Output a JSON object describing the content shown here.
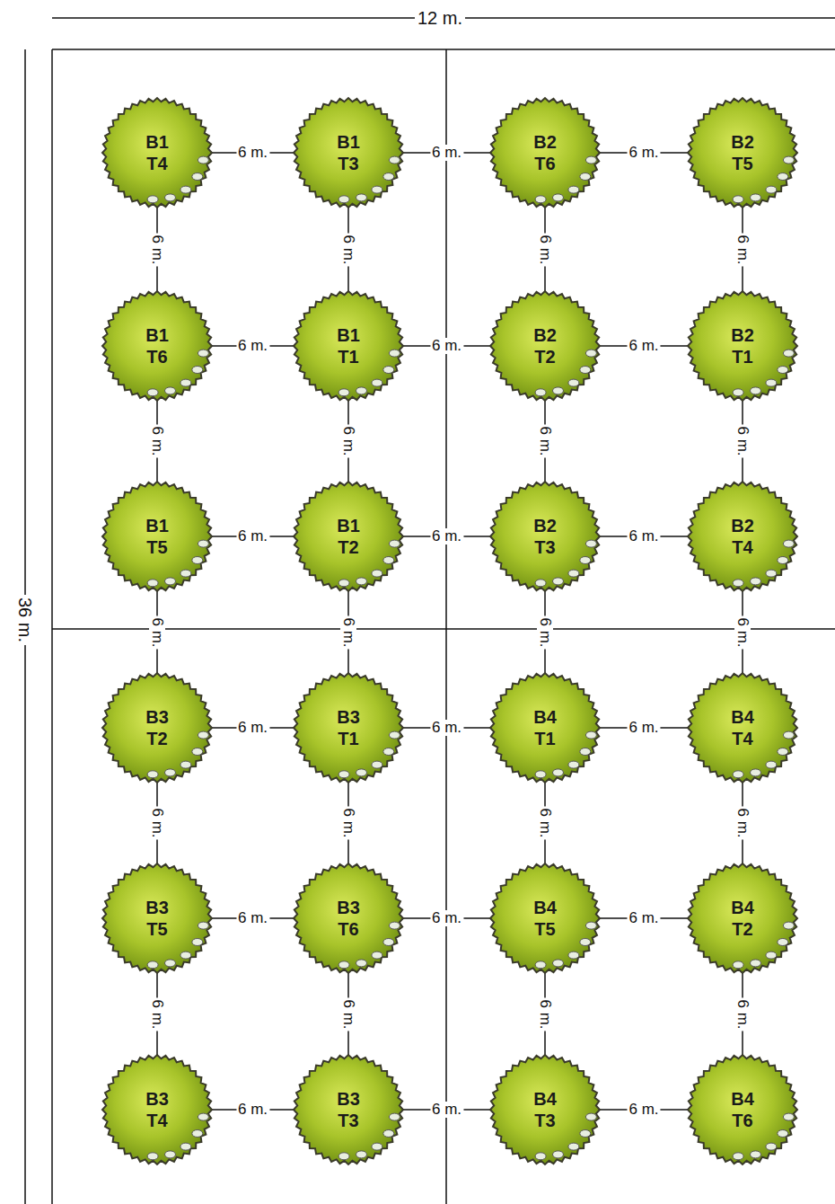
{
  "diagram": {
    "nodes": [
      {
        "text": [
          "B1",
          "T4"
        ]
      },
      {
        "text": [
          "B1",
          "T3"
        ]
      },
      {
        "text": [
          "B2",
          "T6"
        ]
      },
      {
        "text": [
          "B2",
          "T5"
        ]
      },
      {
        "text": [
          "B1",
          "T6"
        ]
      },
      {
        "text": [
          "B1",
          "T1"
        ]
      },
      {
        "text": [
          "B2",
          "T2"
        ]
      },
      {
        "text": [
          "B2",
          "T1"
        ]
      },
      {
        "text": [
          "B1",
          "T5"
        ]
      },
      {
        "text": [
          "B1",
          "T2"
        ]
      },
      {
        "text": [
          "B2",
          "T3"
        ]
      },
      {
        "text": [
          "B2",
          "T4"
        ]
      },
      {
        "text": [
          "B3",
          "T2"
        ]
      },
      {
        "text": [
          "B3",
          "T1"
        ]
      },
      {
        "text": [
          "B4",
          "T1"
        ]
      },
      {
        "text": [
          "B4",
          "T4"
        ]
      },
      {
        "text": [
          "B3",
          "T5"
        ]
      },
      {
        "text": [
          "B3",
          "T6"
        ]
      },
      {
        "text": [
          "B4",
          "T5"
        ]
      },
      {
        "text": [
          "B4",
          "T2"
        ]
      },
      {
        "text": [
          "B3",
          "T4"
        ]
      },
      {
        "text": [
          "B3",
          "T3"
        ]
      },
      {
        "text": [
          "B4",
          "T3"
        ]
      },
      {
        "text": [
          "B4",
          "T6"
        ]
      }
    ],
    "edges": [
      {
        "from": 0,
        "to": 1,
        "arrow": "none",
        "label": "6 m."
      },
      {
        "from": 1,
        "to": 2,
        "arrow": "none",
        "label": "6 m."
      },
      {
        "from": 2,
        "to": 3,
        "arrow": "none",
        "label": "6 m."
      },
      {
        "from": 4,
        "to": 5,
        "arrow": "none",
        "label": "6 m."
      },
      {
        "from": 5,
        "to": 6,
        "arrow": "none",
        "label": "6 m."
      },
      {
        "from": 6,
        "to": 7,
        "arrow": "none",
        "label": "6 m."
      },
      {
        "from": 8,
        "to": 9,
        "arrow": "none",
        "label": "6 m."
      },
      {
        "from": 9,
        "to": 10,
        "arrow": "none",
        "label": "6 m."
      },
      {
        "from": 10,
        "to": 11,
        "arrow": "none",
        "label": "6 m."
      },
      {
        "from": 12,
        "to": 13,
        "arrow": "none",
        "label": "6 m."
      },
      {
        "from": 13,
        "to": 14,
        "arrow": "none",
        "label": "6 m."
      },
      {
        "from": 14,
        "to": 15,
        "arrow": "none",
        "label": "6 m."
      },
      {
        "from": 16,
        "to": 17,
        "arrow": "none",
        "label": "6 m."
      },
      {
        "from": 17,
        "to": 18,
        "arrow": "none",
        "label": "6 m."
      },
      {
        "from": 18,
        "to": 19,
        "arrow": "none",
        "label": "6 m."
      },
      {
        "from": 20,
        "to": 21,
        "arrow": "none",
        "label": "6 m."
      },
      {
        "from": 21,
        "to": 22,
        "arrow": "none",
        "label": "6 m."
      },
      {
        "from": 22,
        "to": 23,
        "arrow": "none",
        "label": "6 m."
      },
      {
        "from": 0,
        "to": 4,
        "arrow": "none",
        "label": "6 m."
      },
      {
        "from": 1,
        "to": 5,
        "arrow": "none",
        "label": "6 m."
      },
      {
        "from": 2,
        "to": 6,
        "arrow": "none",
        "label": "6 m."
      },
      {
        "from": 3,
        "to": 7,
        "arrow": "none",
        "label": "6 m."
      },
      {
        "from": 4,
        "to": 8,
        "arrow": "none",
        "label": "6 m."
      },
      {
        "from": 5,
        "to": 9,
        "arrow": "none",
        "label": "6 m."
      },
      {
        "from": 6,
        "to": 10,
        "arrow": "none",
        "label": "6 m."
      },
      {
        "from": 7,
        "to": 11,
        "arrow": "none",
        "label": "6 m."
      },
      {
        "from": 8,
        "to": 12,
        "arrow": "none",
        "label": "6 m."
      },
      {
        "from": 9,
        "to": 13,
        "arrow": "none",
        "label": "6 m."
      },
      {
        "from": 10,
        "to": 14,
        "arrow": "none",
        "label": "6 m."
      },
      {
        "from": 11,
        "to": 15,
        "arrow": "none",
        "label": "6 m."
      },
      {
        "from": 12,
        "to": 16,
        "arrow": "none",
        "label": "6 m."
      },
      {
        "from": 13,
        "to": 17,
        "arrow": "none",
        "label": "6 m."
      },
      {
        "from": 14,
        "to": 18,
        "arrow": "none",
        "label": "6 m."
      },
      {
        "from": 15,
        "to": 19,
        "arrow": "none",
        "label": "6 m."
      },
      {
        "from": 16,
        "to": 20,
        "arrow": "none",
        "label": "6 m."
      },
      {
        "from": 17,
        "to": 21,
        "arrow": "none",
        "label": "6 m."
      },
      {
        "from": 18,
        "to": 22,
        "arrow": "none",
        "label": "6 m."
      },
      {
        "from": 19,
        "to": 23,
        "arrow": "none",
        "label": "6 m."
      }
    ],
    "labels": [
      "12 m.",
      "36 m."
    ]
  }
}
